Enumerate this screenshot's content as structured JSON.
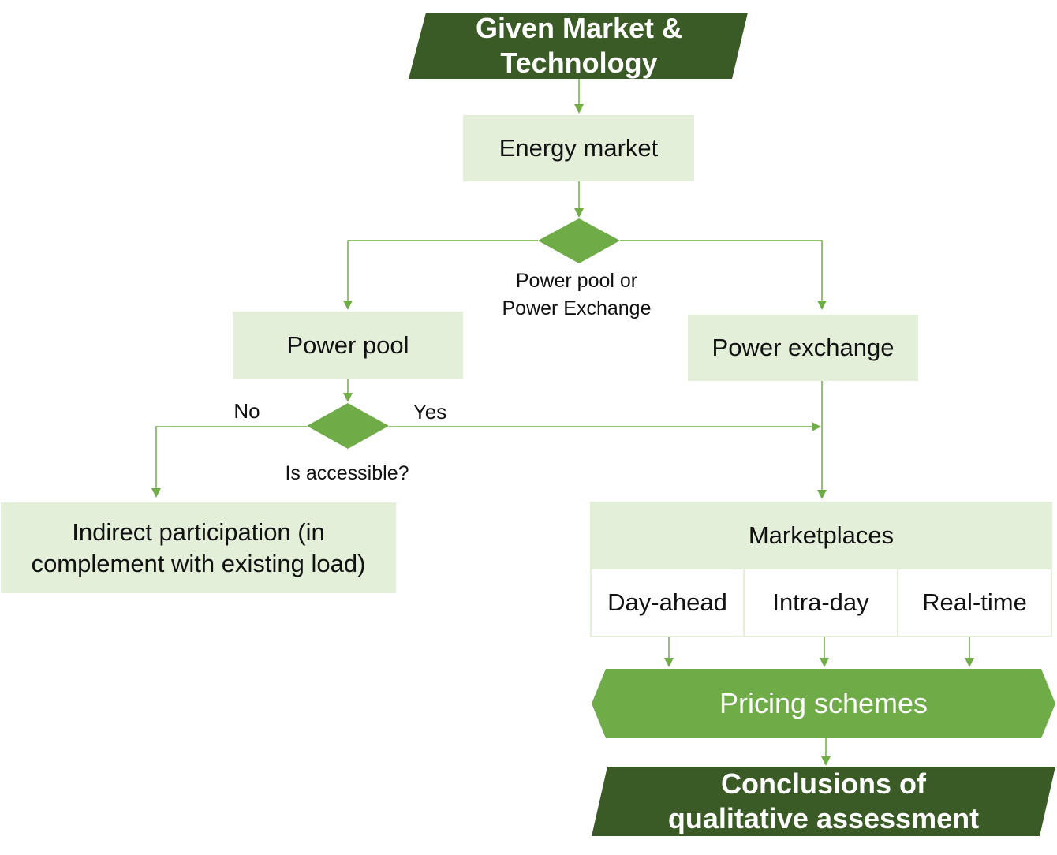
{
  "start": {
    "line1": "Given Market &",
    "line2": "Technology"
  },
  "energy_market": "Energy market",
  "decision1": {
    "line1": "Power pool or",
    "line2": "Power Exchange"
  },
  "power_pool": "Power pool",
  "power_exchange": "Power exchange",
  "decision2": {
    "label": "Is accessible?",
    "no": "No",
    "yes": "Yes"
  },
  "indirect": {
    "line1": "Indirect participation (in",
    "line2": "complement with existing load)"
  },
  "marketplaces": {
    "title": "Marketplaces",
    "items": [
      "Day-ahead",
      "Intra-day",
      "Real-time"
    ]
  },
  "pricing": "Pricing schemes",
  "conclusion": {
    "line1": "Conclusions of",
    "line2": "qualitative assessment"
  },
  "colors": {
    "dark_green": "#3b5b26",
    "mid_green": "#6fac47",
    "light_green": "#e3efd9",
    "line_green": "#70ad47"
  }
}
